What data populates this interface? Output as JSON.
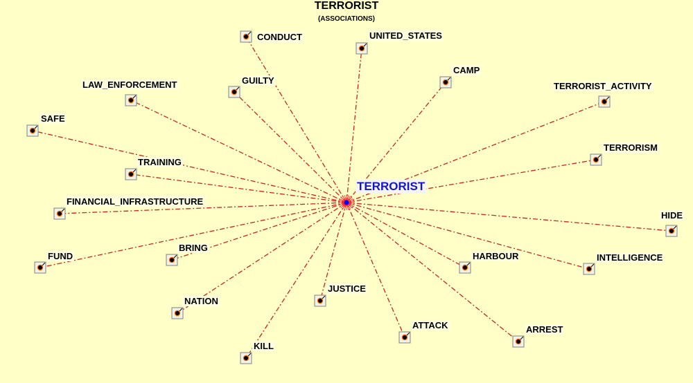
{
  "header": {
    "title": "TERRORIST",
    "subtitle": "(ASSOCIATIONS)"
  },
  "center": {
    "label": "TERRORIST",
    "color": "#1414C8"
  },
  "colors": {
    "background": "#FFFFC8",
    "edge": "#D02020",
    "node_dot": "#000000",
    "node_ring": "#FF6A00"
  },
  "associations": [
    "CONDUCT",
    "UNITED_STATES",
    "CAMP",
    "TERRORIST_ACTIVITY",
    "GUILTY",
    "LAW_ENFORCEMENT",
    "SAFE",
    "TERRORISM",
    "TRAINING",
    "FINANCIAL_INFRASTRUCTURE",
    "HIDE",
    "FUND",
    "BRING",
    "HARBOUR",
    "INTELLIGENCE",
    "JUSTICE",
    "NATION",
    "ATTACK",
    "ARREST",
    "KILL"
  ]
}
